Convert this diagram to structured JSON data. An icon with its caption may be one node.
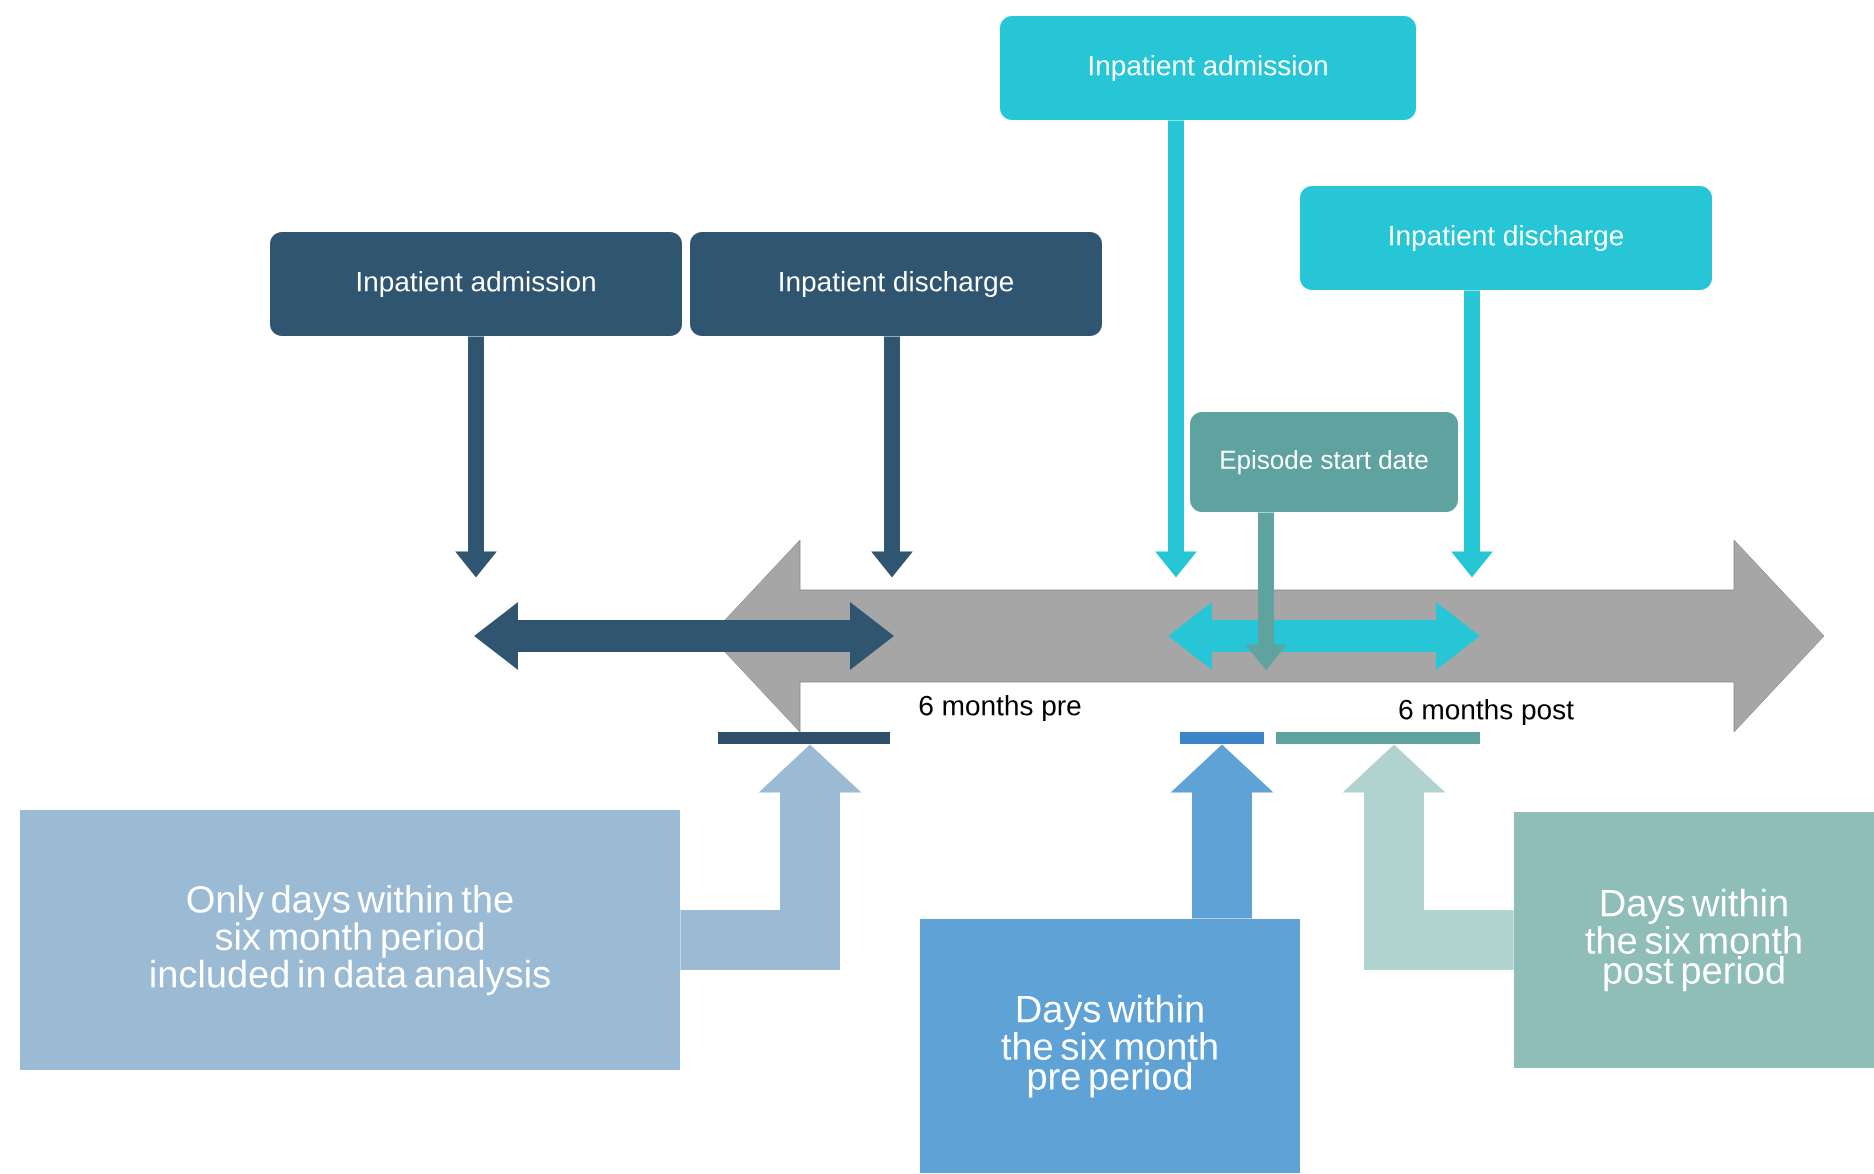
{
  "diagram": {
    "nodes": [
      {
        "text": [
          "Inpatient admission"
        ]
      },
      {
        "text": [
          "Inpatient discharge"
        ]
      },
      {
        "text": [
          "Inpatient admission"
        ]
      },
      {
        "text": [
          "Inpatient discharge"
        ]
      },
      {
        "text": [
          "Episode start date"
        ]
      },
      {
        "text": [
          "Only days within the six month period included in data analysis"
        ]
      },
      {
        "text": [
          "Days within the six month pre period"
        ]
      },
      {
        "text": [
          "Days within the six month post period"
        ]
      },
      {
        "text": [],
        "shape": "arrow"
      },
      {
        "text": [],
        "shape": "arrow"
      },
      {
        "text": [],
        "shape": "bar"
      },
      {
        "text": [],
        "shape": "bar"
      },
      {
        "text": [],
        "shape": "bar"
      }
    ],
    "edges": [
      {
        "from": 0,
        "to": 8,
        "arrow": "to",
        "color": "#2f5570"
      },
      {
        "from": 1,
        "to": 8,
        "arrow": "to",
        "color": "#2f5570"
      },
      {
        "from": 2,
        "to": 9,
        "arrow": "to",
        "color": "#27c6d6"
      },
      {
        "from": 3,
        "to": 9,
        "arrow": "to",
        "color": "#27c6d6"
      },
      {
        "from": 4,
        "to": 9,
        "arrow": "to",
        "color": "#5fa3a0"
      },
      {
        "from": 5,
        "to": 10,
        "arrow": "to",
        "style": "thick",
        "color": "#9bbad4"
      },
      {
        "from": 6,
        "to": 11,
        "arrow": "to",
        "style": "thick",
        "color": "#5fa2d6"
      },
      {
        "from": 7,
        "to": 12,
        "arrow": "to",
        "style": "thick",
        "color": "#b1d3d0"
      }
    ],
    "labels": [
      "6 months pre",
      "6 months post"
    ]
  }
}
